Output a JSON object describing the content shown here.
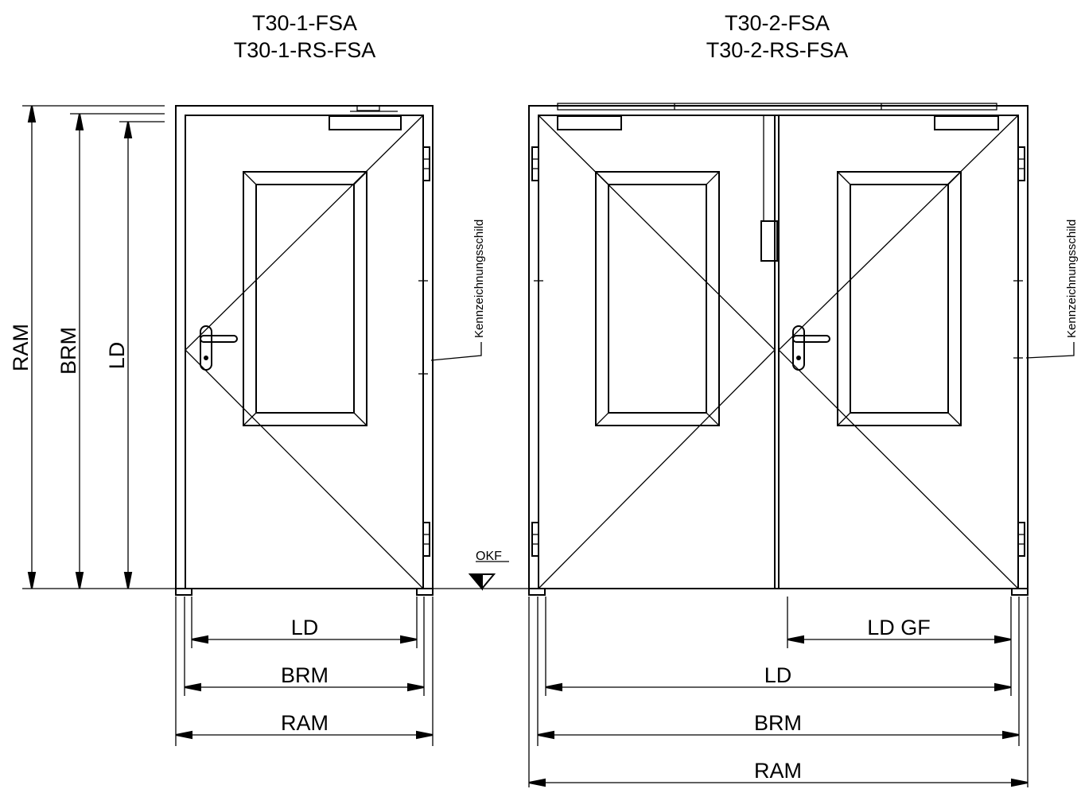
{
  "left_door": {
    "titles": [
      "T30-1-FSA",
      "T30-1-RS-FSA"
    ],
    "vertical_dims": [
      "RAM",
      "BRM",
      "LD"
    ],
    "horizontal_dims": [
      "LD",
      "BRM",
      "RAM"
    ],
    "plate_label": "Kennzeichnungsschild"
  },
  "right_door": {
    "titles": [
      "T30-2-FSA",
      "T30-2-RS-FSA"
    ],
    "horizontal_dims": [
      "LD GF",
      "LD",
      "BRM",
      "RAM"
    ],
    "plate_label": "Kennzeichnungsschild"
  },
  "floor_label": "OKF"
}
